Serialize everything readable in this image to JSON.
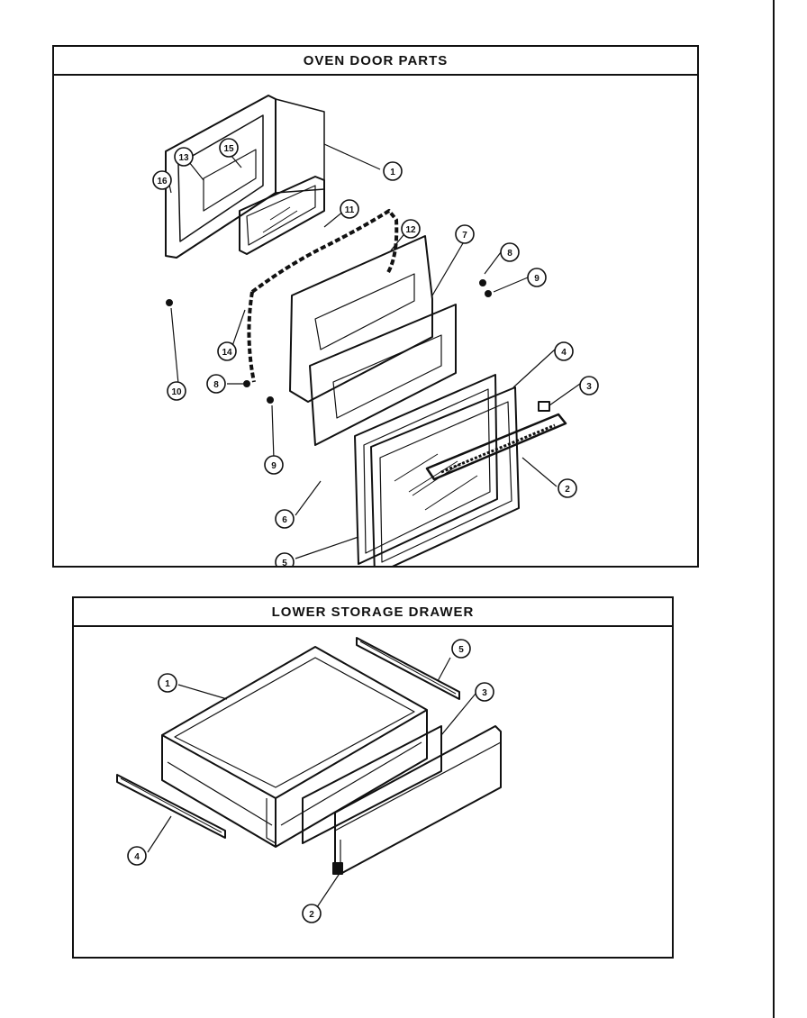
{
  "sections": {
    "oven_door": {
      "title": "OVEN DOOR PARTS",
      "callouts": [
        "16",
        "13",
        "15",
        "1",
        "11",
        "12",
        "7",
        "8",
        "9",
        "14",
        "10",
        "8",
        "9",
        "4",
        "3",
        "2",
        "6",
        "5"
      ]
    },
    "lower_drawer": {
      "title": "LOWER STORAGE DRAWER",
      "callouts": [
        "1",
        "5",
        "3",
        "4",
        "2"
      ]
    }
  }
}
